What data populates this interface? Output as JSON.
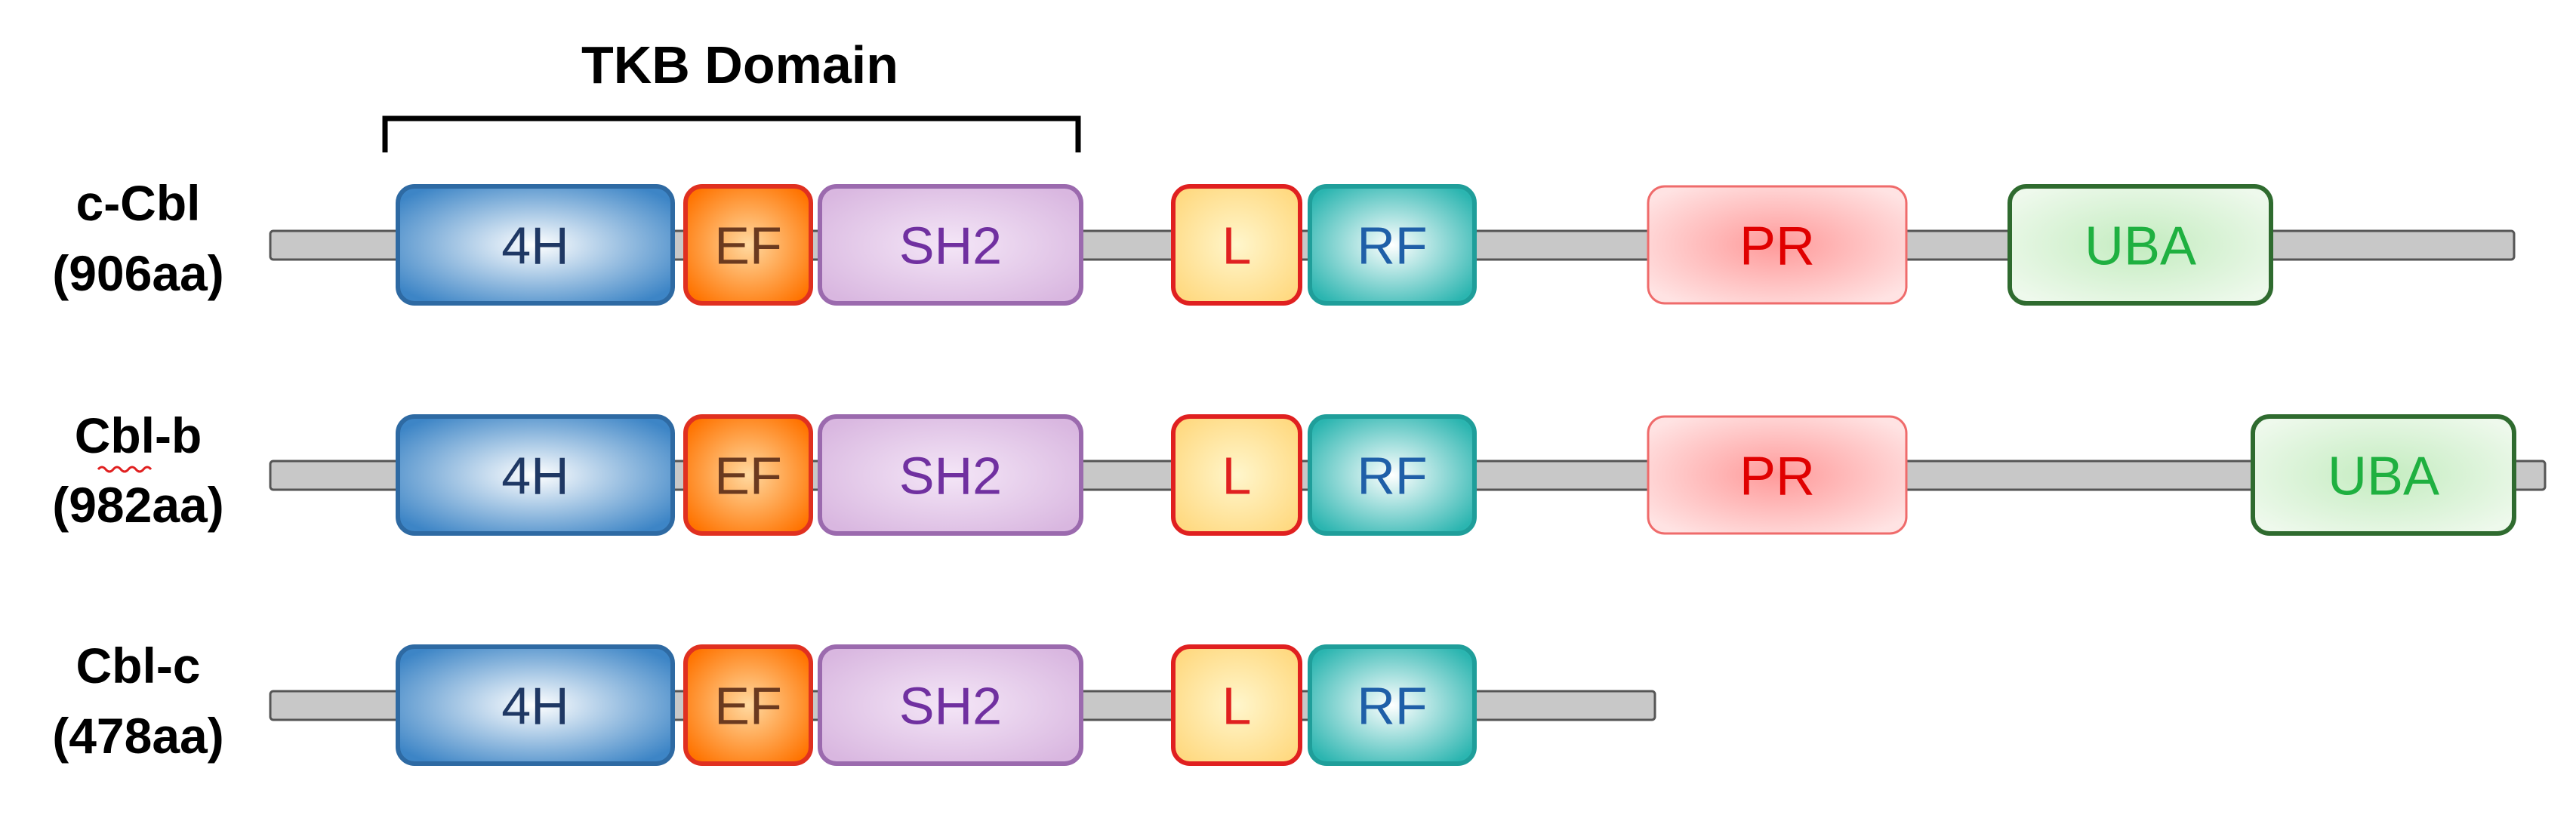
{
  "tkb_bracket": {
    "label": "TKB Domain"
  },
  "colors": {
    "backbone_fill": "#c8c8c8",
    "backbone_stroke": "#555555",
    "4H": {
      "fill_center": "#ffffff",
      "fill_edge": "#3d85c6",
      "stroke": "#2e6aa3",
      "text": "#1f3864"
    },
    "EF": {
      "fill_center": "#ffd9a0",
      "fill_edge": "#ff7300",
      "stroke": "#e03020",
      "text": "#6b3a1f"
    },
    "SH2": {
      "fill_center": "#f4e6f7",
      "fill_edge": "#d9b7e0",
      "stroke": "#9b6aae",
      "text": "#7030a0"
    },
    "L": {
      "fill_center": "#fff6cc",
      "fill_edge": "#ffd980",
      "stroke": "#e02020",
      "text": "#e02020"
    },
    "RF": {
      "fill_center": "#ffffff",
      "fill_edge": "#2bb5b0",
      "stroke": "#1f9e9a",
      "text": "#1f5fa8"
    },
    "PR": {
      "fill_center": "#ff9a9a",
      "fill_edge": "#ffe3e3",
      "stroke": "#ef6b6b",
      "text": "#e00000"
    },
    "UBA": {
      "fill_center": "#c4ecc0",
      "fill_edge": "#eef9ec",
      "stroke": "#2f6b2f",
      "text": "#1fb040"
    }
  },
  "proteins": [
    {
      "name": "c-Cbl",
      "length": "(906aa)",
      "domains": [
        {
          "key": "4H",
          "label": "4H"
        },
        {
          "key": "EF",
          "label": "EF"
        },
        {
          "key": "SH2",
          "label": "SH2"
        },
        {
          "key": "L",
          "label": "L"
        },
        {
          "key": "RF",
          "label": "RF"
        },
        {
          "key": "PR",
          "label": "PR"
        },
        {
          "key": "UBA",
          "label": "UBA"
        }
      ]
    },
    {
      "name": "Cbl-b",
      "length": "(982aa)",
      "domains": [
        {
          "key": "4H",
          "label": "4H"
        },
        {
          "key": "EF",
          "label": "EF"
        },
        {
          "key": "SH2",
          "label": "SH2"
        },
        {
          "key": "L",
          "label": "L"
        },
        {
          "key": "RF",
          "label": "RF"
        },
        {
          "key": "PR",
          "label": "PR"
        },
        {
          "key": "UBA",
          "label": "UBA"
        }
      ]
    },
    {
      "name": "Cbl-c",
      "length": "(478aa)",
      "domains": [
        {
          "key": "4H",
          "label": "4H"
        },
        {
          "key": "EF",
          "label": "EF"
        },
        {
          "key": "SH2",
          "label": "SH2"
        },
        {
          "key": "L",
          "label": "L"
        },
        {
          "key": "RF",
          "label": "RF"
        }
      ]
    }
  ]
}
